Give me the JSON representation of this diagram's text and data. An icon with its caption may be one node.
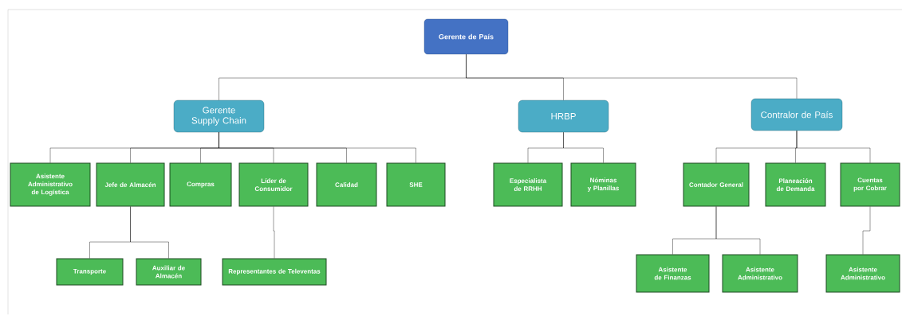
{
  "diagram": {
    "nodes": [
      {
        "text": [
          "Gerente de País"
        ]
      },
      {
        "text": [
          "Gerente Supply Chain"
        ]
      },
      {
        "text": [
          "HRBP"
        ]
      },
      {
        "text": [
          "Contralor de País"
        ]
      },
      {
        "text": [
          "Asistente Administrativo de Logística"
        ]
      },
      {
        "text": [
          "Jefe de Almacén"
        ]
      },
      {
        "text": [
          "Compras"
        ]
      },
      {
        "text": [
          "Líder de Consumidor"
        ]
      },
      {
        "text": [
          "Calidad"
        ]
      },
      {
        "text": [
          "SHE"
        ]
      },
      {
        "text": [
          "Especialista de RRHH"
        ]
      },
      {
        "text": [
          "Nóminas y Planillas"
        ]
      },
      {
        "text": [
          "Contador General"
        ]
      },
      {
        "text": [
          "Planeación de Demanda"
        ]
      },
      {
        "text": [
          "Cuentas por Cobrar"
        ]
      },
      {
        "text": [
          "Transporte"
        ]
      },
      {
        "text": [
          "Auxiliar de Almacén"
        ]
      },
      {
        "text": [
          "Representantes de Televentas"
        ]
      },
      {
        "text": [
          "Asistente de Finanzas"
        ]
      },
      {
        "text": [
          "Asistente Administrativo"
        ]
      },
      {
        "text": [
          "Asistente Administrativo"
        ]
      }
    ],
    "edges": [
      {
        "from": 0,
        "to": 1,
        "arrow": "none"
      },
      {
        "from": 0,
        "to": 2,
        "arrow": "none"
      },
      {
        "from": 0,
        "to": 3,
        "arrow": "none"
      },
      {
        "from": 1,
        "to": 4,
        "arrow": "none"
      },
      {
        "from": 1,
        "to": 5,
        "arrow": "none"
      },
      {
        "from": 1,
        "to": 6,
        "arrow": "none"
      },
      {
        "from": 1,
        "to": 7,
        "arrow": "none"
      },
      {
        "from": 1,
        "to": 8,
        "arrow": "none"
      },
      {
        "from": 1,
        "to": 9,
        "arrow": "none"
      },
      {
        "from": 2,
        "to": 10,
        "arrow": "none"
      },
      {
        "from": 2,
        "to": 11,
        "arrow": "none"
      },
      {
        "from": 3,
        "to": 12,
        "arrow": "none"
      },
      {
        "from": 3,
        "to": 13,
        "arrow": "none"
      },
      {
        "from": 3,
        "to": 14,
        "arrow": "none"
      },
      {
        "from": 5,
        "to": 15,
        "arrow": "none"
      },
      {
        "from": 5,
        "to": 16,
        "arrow": "none"
      },
      {
        "from": 7,
        "to": 17,
        "arrow": "none"
      },
      {
        "from": 12,
        "to": 18,
        "arrow": "none"
      },
      {
        "from": 12,
        "to": 19,
        "arrow": "none"
      },
      {
        "from": 14,
        "to": 20,
        "arrow": "none"
      }
    ]
  }
}
